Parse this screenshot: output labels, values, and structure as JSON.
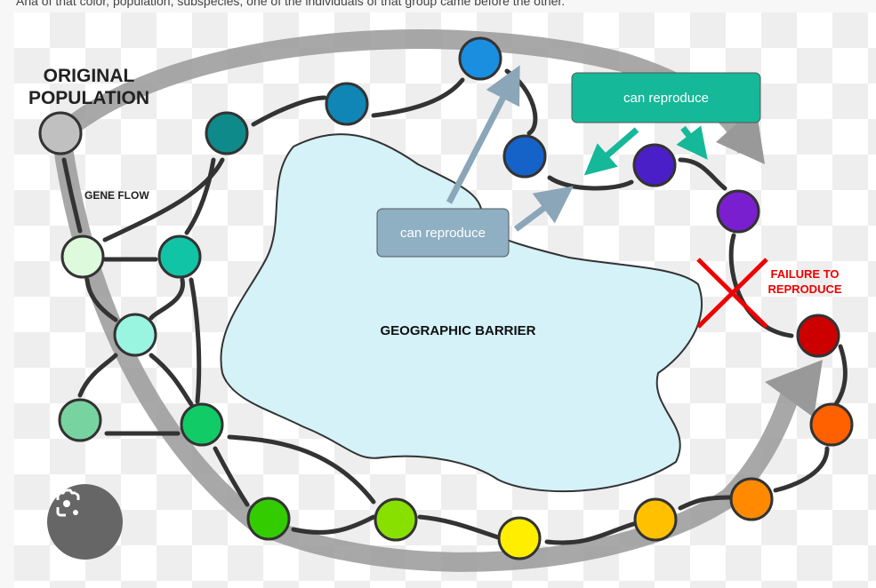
{
  "caption": "Ana of that color, population, subspecies, one of the individuals of that group came before the other.",
  "diagram": {
    "title_line1": "ORIGINAL",
    "title_line2": "POPULATION",
    "gene_flow": "GENE FLOW",
    "barrier": "GEOGRAPHIC BARRIER",
    "box_gray": "can reproduce",
    "box_teal": "can reproduce",
    "failure_line1": "FAILURE TO",
    "failure_line2": "REPRODUCE"
  },
  "colors": {
    "population_dots": [
      "#c0c0c0",
      "#0f8a8a",
      "#0f86b5",
      "#1a8fe0",
      "#1562c8",
      "#4a1fc7",
      "#7a1fd0",
      "#cc0000",
      "#ff6000",
      "#ff8a00",
      "#ffc000",
      "#ffee00",
      "#88e000",
      "#33cc00",
      "#11cc66",
      "#77d4a0",
      "#99f5e0",
      "#ddfadd",
      "#11c4a6"
    ]
  },
  "lens_button": {
    "icon": "google-lens-icon"
  }
}
